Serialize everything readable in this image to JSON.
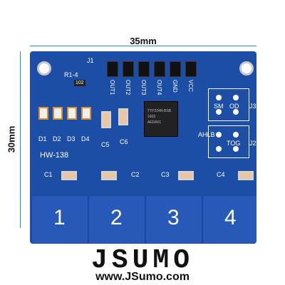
{
  "dimensions": {
    "width_label": "35mm",
    "height_label": "30mm"
  },
  "board": {
    "model": "HW-138",
    "header_ref": "J1",
    "resistor_label": "R1-4",
    "resistor_code": "102",
    "pins": [
      "OUT1",
      "OUT2",
      "OUT3",
      "OUT4",
      "GND",
      "VCC"
    ],
    "leds": [
      "D1",
      "D2",
      "D3",
      "D4"
    ],
    "caps_small": [
      "C5",
      "C6"
    ],
    "pad_caps": [
      "C1",
      "C2",
      "C3",
      "C4"
    ],
    "jumper_j3_labels": [
      "SM",
      "OD",
      "J3"
    ],
    "jumper_j2_labels": [
      "AHLB",
      "TOG",
      "J2"
    ],
    "chip_text": [
      "TTP224N-BSB",
      "1603",
      "AEDA01"
    ],
    "pads": [
      "1",
      "2",
      "3",
      "4"
    ]
  },
  "brand": {
    "logo": "JSUMO",
    "url": "www.JSumo.com"
  }
}
